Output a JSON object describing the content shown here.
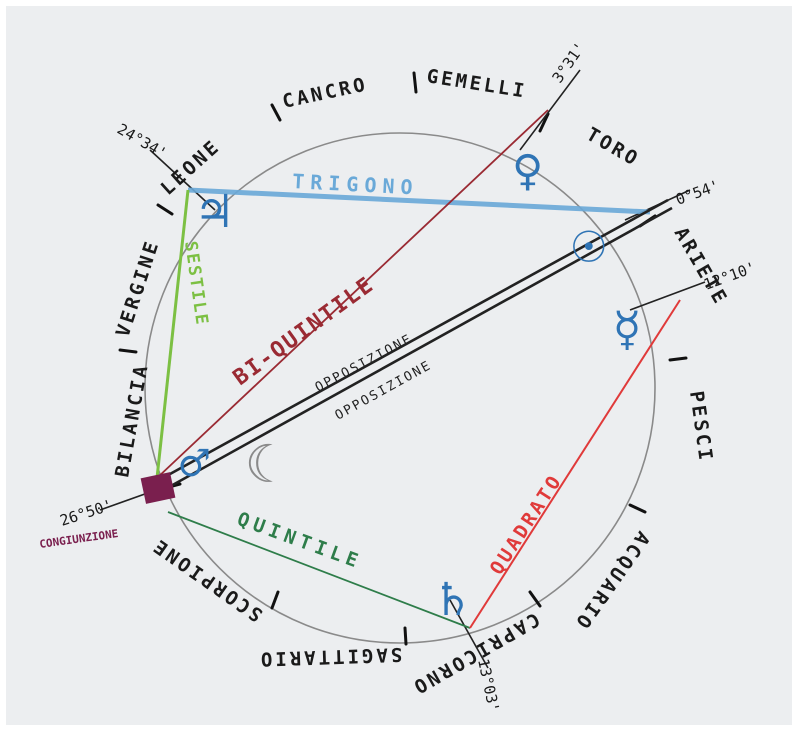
{
  "signs": [
    "CANCRO",
    "GEMELLI",
    "TORO",
    "ARIETE",
    "PESCI",
    "ACQUARIO",
    "CAPRICORNO",
    "SAGITTARIO",
    "SCORPIONE",
    "BILANCIA",
    "VERGINE",
    "LEONE"
  ],
  "aspects": {
    "trigono": "TRIGONO",
    "sestile": "SESTILE",
    "bi_quintile": "BI-QUINTILE",
    "opposizione_1": "OPPOSIZIONE",
    "opposizione_2": "OPPOSIZIONE",
    "quintile": "QUINTILE",
    "quadrato": "QUADRATO",
    "congiunzione": "CONGIUNZIONE"
  },
  "degrees": {
    "leone": "24°34'",
    "gemelli": "3°31'",
    "toro": "0°54'",
    "ariete": "12°10'",
    "bilancia": "26°50'",
    "capricorno": "13°03'"
  },
  "planets": {
    "jupiter": "♃",
    "venus": "♀",
    "sun": "☉",
    "mercury": "☿",
    "mars": "♂",
    "moon": "☾",
    "saturn": "♄"
  },
  "colors": {
    "paper": "#eceef0",
    "circle": "#8a8a8a",
    "trigono": "#6aa9d8",
    "sestile": "#7cc043",
    "bi_quintile": "#9a2a33",
    "opposizione": "#222222",
    "quintile": "#2e7d4a",
    "quadrato": "#e03a3a",
    "congiunzione": "#7a1f4e",
    "planet": "#2f74b5"
  }
}
